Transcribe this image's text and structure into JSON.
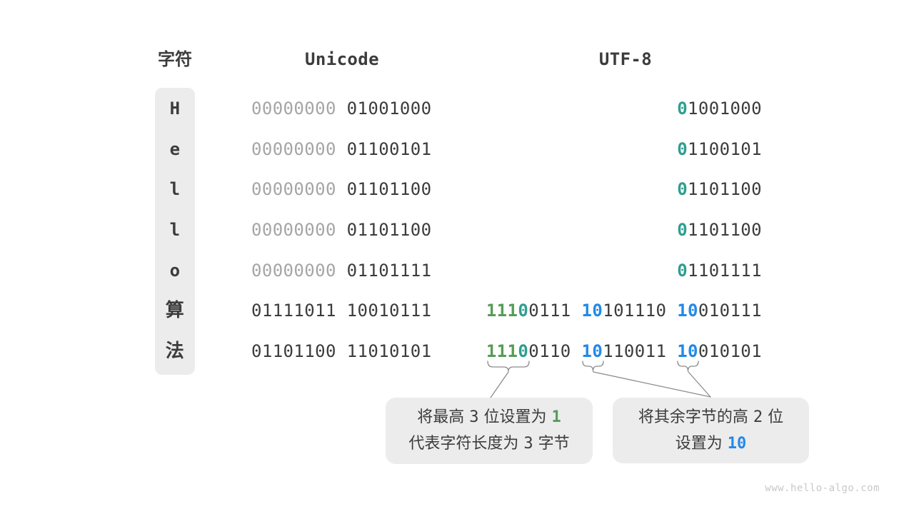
{
  "figure": {
    "watermark": "www.hello-algo.com"
  },
  "headers": {
    "char": "字符",
    "unicode": "Unicode",
    "utf8": "UTF-8"
  },
  "rows": [
    {
      "char": "H",
      "unicode": [
        {
          "t": "00000000",
          "muted": true
        },
        {
          "t": "01001000"
        }
      ],
      "utf8": [
        [
          {
            "t": "0",
            "c": "teal"
          },
          {
            "t": "1001000"
          }
        ]
      ]
    },
    {
      "char": "e",
      "unicode": [
        {
          "t": "00000000",
          "muted": true
        },
        {
          "t": "01100101"
        }
      ],
      "utf8": [
        [
          {
            "t": "0",
            "c": "teal"
          },
          {
            "t": "1100101"
          }
        ]
      ]
    },
    {
      "char": "l",
      "unicode": [
        {
          "t": "00000000",
          "muted": true
        },
        {
          "t": "01101100"
        }
      ],
      "utf8": [
        [
          {
            "t": "0",
            "c": "teal"
          },
          {
            "t": "1101100"
          }
        ]
      ]
    },
    {
      "char": "l",
      "unicode": [
        {
          "t": "00000000",
          "muted": true
        },
        {
          "t": "01101100"
        }
      ],
      "utf8": [
        [
          {
            "t": "0",
            "c": "teal"
          },
          {
            "t": "1101100"
          }
        ]
      ]
    },
    {
      "char": "o",
      "unicode": [
        {
          "t": "00000000",
          "muted": true
        },
        {
          "t": "01101111"
        }
      ],
      "utf8": [
        [
          {
            "t": "0",
            "c": "teal"
          },
          {
            "t": "1101111"
          }
        ]
      ]
    },
    {
      "char": "算",
      "unicode": [
        {
          "t": "01111011"
        },
        {
          "t": "10010111"
        }
      ],
      "utf8": [
        [
          {
            "t": "111",
            "c": "green"
          },
          {
            "t": "0",
            "c": "teal"
          },
          {
            "t": "0111"
          }
        ],
        [
          {
            "t": "10",
            "c": "blue"
          },
          {
            "t": "101110"
          }
        ],
        [
          {
            "t": "10",
            "c": "blue"
          },
          {
            "t": "010111"
          }
        ]
      ]
    },
    {
      "char": "法",
      "unicode": [
        {
          "t": "01101100"
        },
        {
          "t": "11010101"
        }
      ],
      "utf8": [
        [
          {
            "t": "111",
            "c": "green"
          },
          {
            "t": "0",
            "c": "teal"
          },
          {
            "t": "0110"
          }
        ],
        [
          {
            "t": "10",
            "c": "blue"
          },
          {
            "t": "110011"
          }
        ],
        [
          {
            "t": "10",
            "c": "blue"
          },
          {
            "t": "010101"
          }
        ]
      ]
    }
  ],
  "callouts": [
    {
      "id": "first-byte-rule",
      "lines": [
        [
          {
            "t": "将最高 "
          },
          {
            "t": "3",
            "mono": true
          },
          {
            "t": " 位设置为 "
          },
          {
            "t": "1",
            "mono": true,
            "c": "green"
          }
        ],
        [
          {
            "t": "代表字符长度为 "
          },
          {
            "t": "3",
            "mono": true
          },
          {
            "t": " 字节"
          }
        ]
      ]
    },
    {
      "id": "continuation-byte-rule",
      "lines": [
        [
          {
            "t": "将其余字节的高 "
          },
          {
            "t": "2",
            "mono": true
          },
          {
            "t": " 位"
          }
        ],
        [
          {
            "t": "设置为 "
          },
          {
            "t": "10",
            "mono": true,
            "c": "blue"
          }
        ]
      ]
    }
  ],
  "colors": {
    "bg": "#ffffff",
    "dark": "#3c3c3c",
    "gray_zero": "#a5a5a5",
    "teal": "#2f9e8f",
    "green": "#579c57",
    "blue": "#2389e8",
    "box": "#ececec",
    "line": "#8c8c8c",
    "watermark": "#c9c9c9"
  }
}
